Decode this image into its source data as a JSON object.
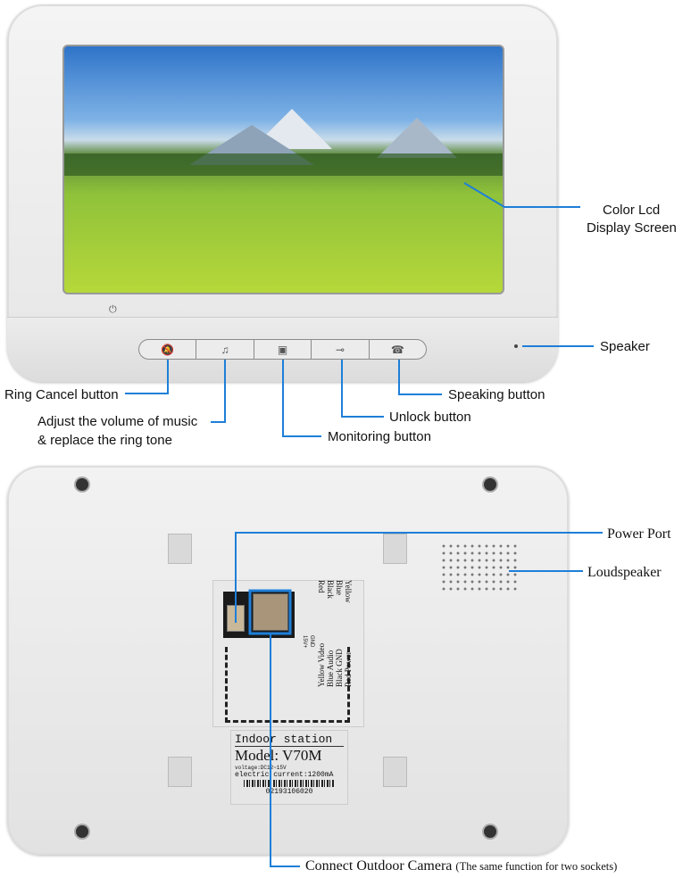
{
  "front": {
    "buttons": [
      {
        "icon": "ring-cancel-icon",
        "glyph": "🔕"
      },
      {
        "icon": "music-note-icon",
        "glyph": "♫"
      },
      {
        "icon": "monitor-icon",
        "glyph": "▣"
      },
      {
        "icon": "key-icon",
        "glyph": "⊸"
      },
      {
        "icon": "phone-icon",
        "glyph": "☎"
      }
    ],
    "power_glyph": "⏻",
    "callouts": {
      "lcd_line1": "Color Lcd",
      "lcd_line2": "Display Screen",
      "speaker": "Speaker",
      "ring_cancel": "Ring Cancel button",
      "volume_line1": "Adjust the volume of music",
      "volume_line2": "& replace the ring tone",
      "monitoring": "Monitoring button",
      "unlock": "Unlock button",
      "speaking": "Speaking button"
    }
  },
  "back": {
    "callouts": {
      "power_port": "Power Port",
      "loudspeaker": "Loudspeaker",
      "camera": "Connect Outdoor Camera",
      "camera_note": "(The same function for two sockets)"
    },
    "wiring_top": [
      "Yellow",
      "Blue",
      "Black",
      "Red"
    ],
    "wiring_bottom": [
      "Red  Power",
      "Black GND",
      "Blue  Audio",
      "Yellow Video"
    ],
    "power_pins": [
      "GND",
      "15V+"
    ],
    "label": {
      "title": "Indoor station",
      "model": "Model: V70M",
      "voltage": "voltage:DC12~15V",
      "current": "electric current:1200mA",
      "serial": "02193106020"
    }
  },
  "colors": {
    "callout_line": "#1e7fd8"
  }
}
